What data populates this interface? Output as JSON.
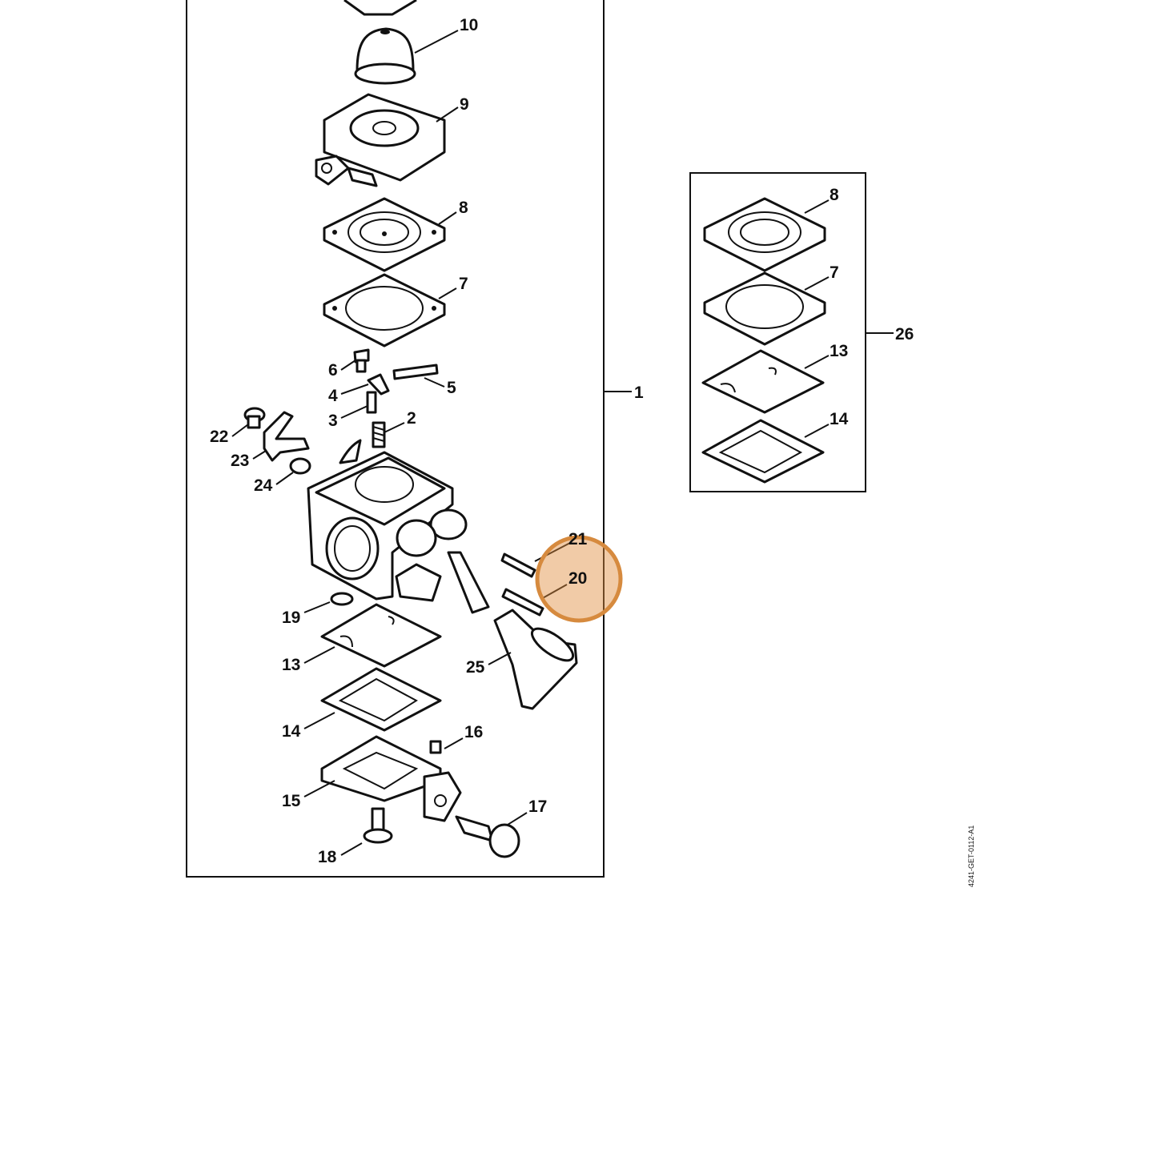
{
  "diagram": {
    "drawing_code": "4241-GET-0112-A1",
    "highlight": {
      "part": "20",
      "color": "#d68a3e"
    },
    "labels": {
      "p1": "1",
      "p2": "2",
      "p3": "3",
      "p4": "4",
      "p5": "5",
      "p6": "6",
      "p7": "7",
      "p8": "8",
      "p9": "9",
      "p10": "10",
      "p13": "13",
      "p14": "14",
      "p15": "15",
      "p16": "16",
      "p17": "17",
      "p18": "18",
      "p19": "19",
      "p20": "20",
      "p21": "21",
      "p22": "22",
      "p23": "23",
      "p24": "24",
      "p25": "25",
      "p26": "26",
      "k8": "8",
      "k7": "7",
      "k13": "13",
      "k14": "14"
    }
  }
}
